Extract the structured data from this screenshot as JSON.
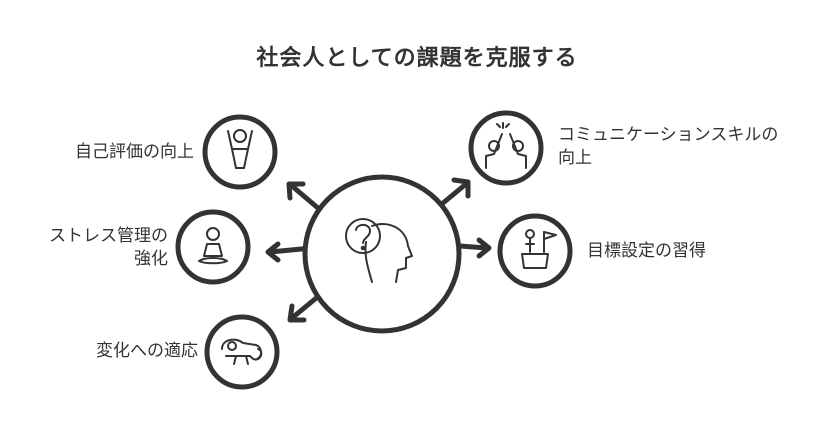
{
  "title": "社会人としての課題を克服する",
  "center": {
    "icon": "question-head-icon"
  },
  "items": [
    {
      "label": "自己評価の向上",
      "icon": "cheering-person-icon"
    },
    {
      "label_line1": "ストレス管理の",
      "label_line2": "強化",
      "icon": "meditating-person-icon"
    },
    {
      "label": "変化への適応",
      "icon": "chameleon-icon"
    },
    {
      "label_line1": "コミュニケーションスキルの",
      "label_line2": "向上",
      "icon": "high-five-icon"
    },
    {
      "label": "目標設定の習得",
      "icon": "flag-on-podium-icon"
    }
  ],
  "colors": {
    "stroke": "#333333",
    "fill": "#ffffff",
    "text": "#333333"
  }
}
